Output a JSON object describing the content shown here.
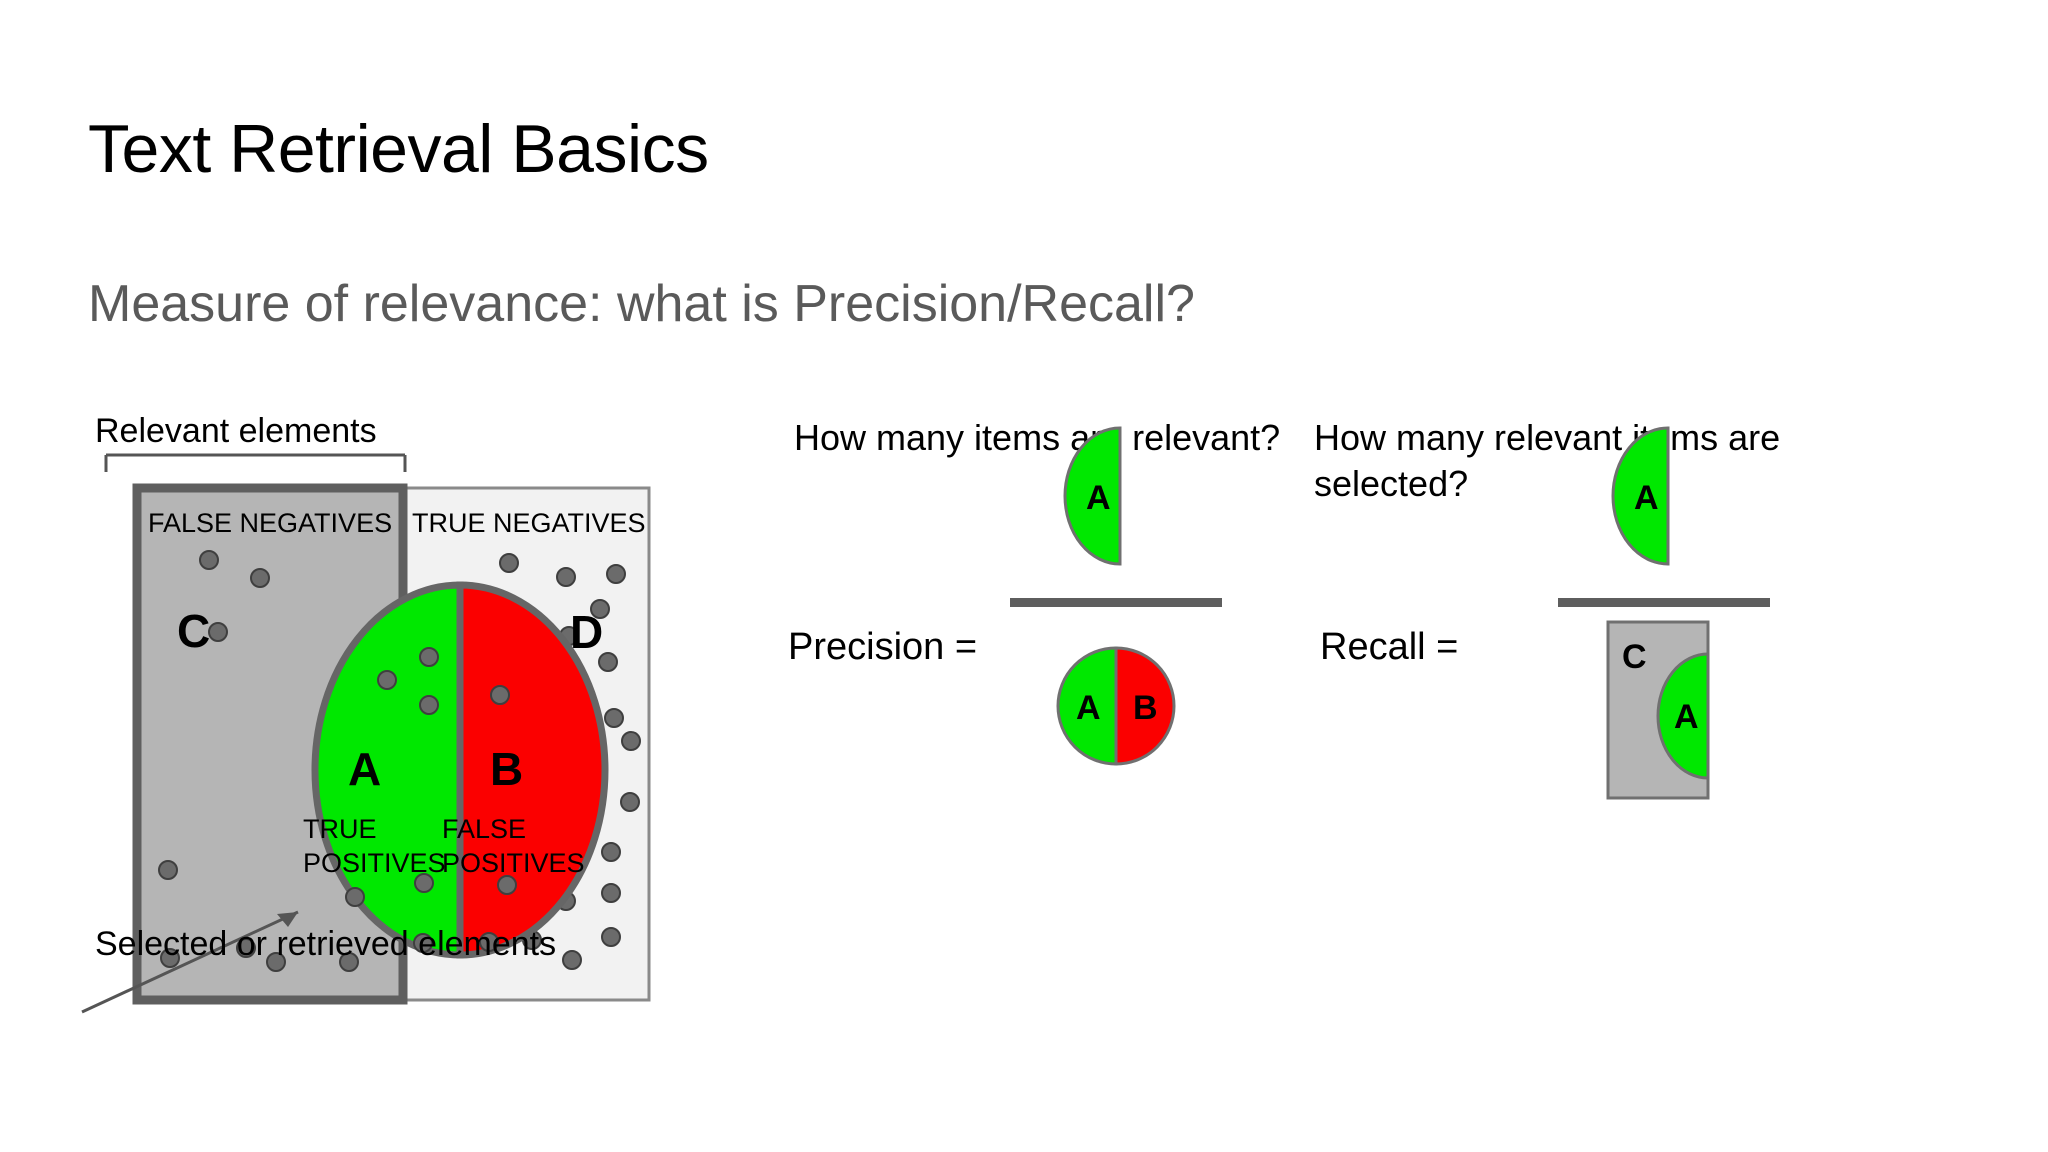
{
  "slide": {
    "title": "Text Retrieval Basics",
    "subtitle": "Measure of relevance: what is Precision/Recall?"
  },
  "colors": {
    "green": "#00e800",
    "red": "#fb0000",
    "selected_box_fill": "#b5b5b5",
    "selected_box_border": "#646464",
    "notselected_box_fill": "#f2f2f2",
    "notselected_box_border": "#808080",
    "dot_fill": "#6b6b6b",
    "dot_stroke": "#3c3c3c",
    "circle_outline": "#666666",
    "title_color": "#000000",
    "subtitle_color": "#5a5a5a",
    "rule_color": "#5e5e5e"
  },
  "venn": {
    "top_caption": "Relevant elements",
    "bottom_caption": "Selected or retrieved elements",
    "left_box_label": "FALSE NEGATIVES",
    "right_box_label": "TRUE NEGATIVES",
    "region_c": "C",
    "region_d": "D",
    "region_a": "A",
    "region_b": "B",
    "a_sublabel_line1": "TRUE",
    "a_sublabel_line2": "POSITIVES",
    "b_sublabel_line1": "FALSE",
    "b_sublabel_line2": "POSITIVES",
    "dots_left_outside": 7,
    "dots_right_outside": 16,
    "dots_in_a": 7,
    "dots_in_b": 3
  },
  "precision": {
    "question": "How many items are relevant?",
    "label": "Precision =",
    "numerator_letter": "A",
    "denominator_letters": [
      "A",
      "B"
    ],
    "numerator_shape": "green-left-half-disc",
    "denominator_shape": "split-circle-green-red"
  },
  "recall": {
    "question": "How many relevant items are selected?",
    "label": "Recall =",
    "numerator_letter": "A",
    "denominator_letters": [
      "C",
      "A"
    ],
    "numerator_shape": "green-left-half-disc",
    "denominator_shape": "gray-rect-with-green-half-disc"
  }
}
